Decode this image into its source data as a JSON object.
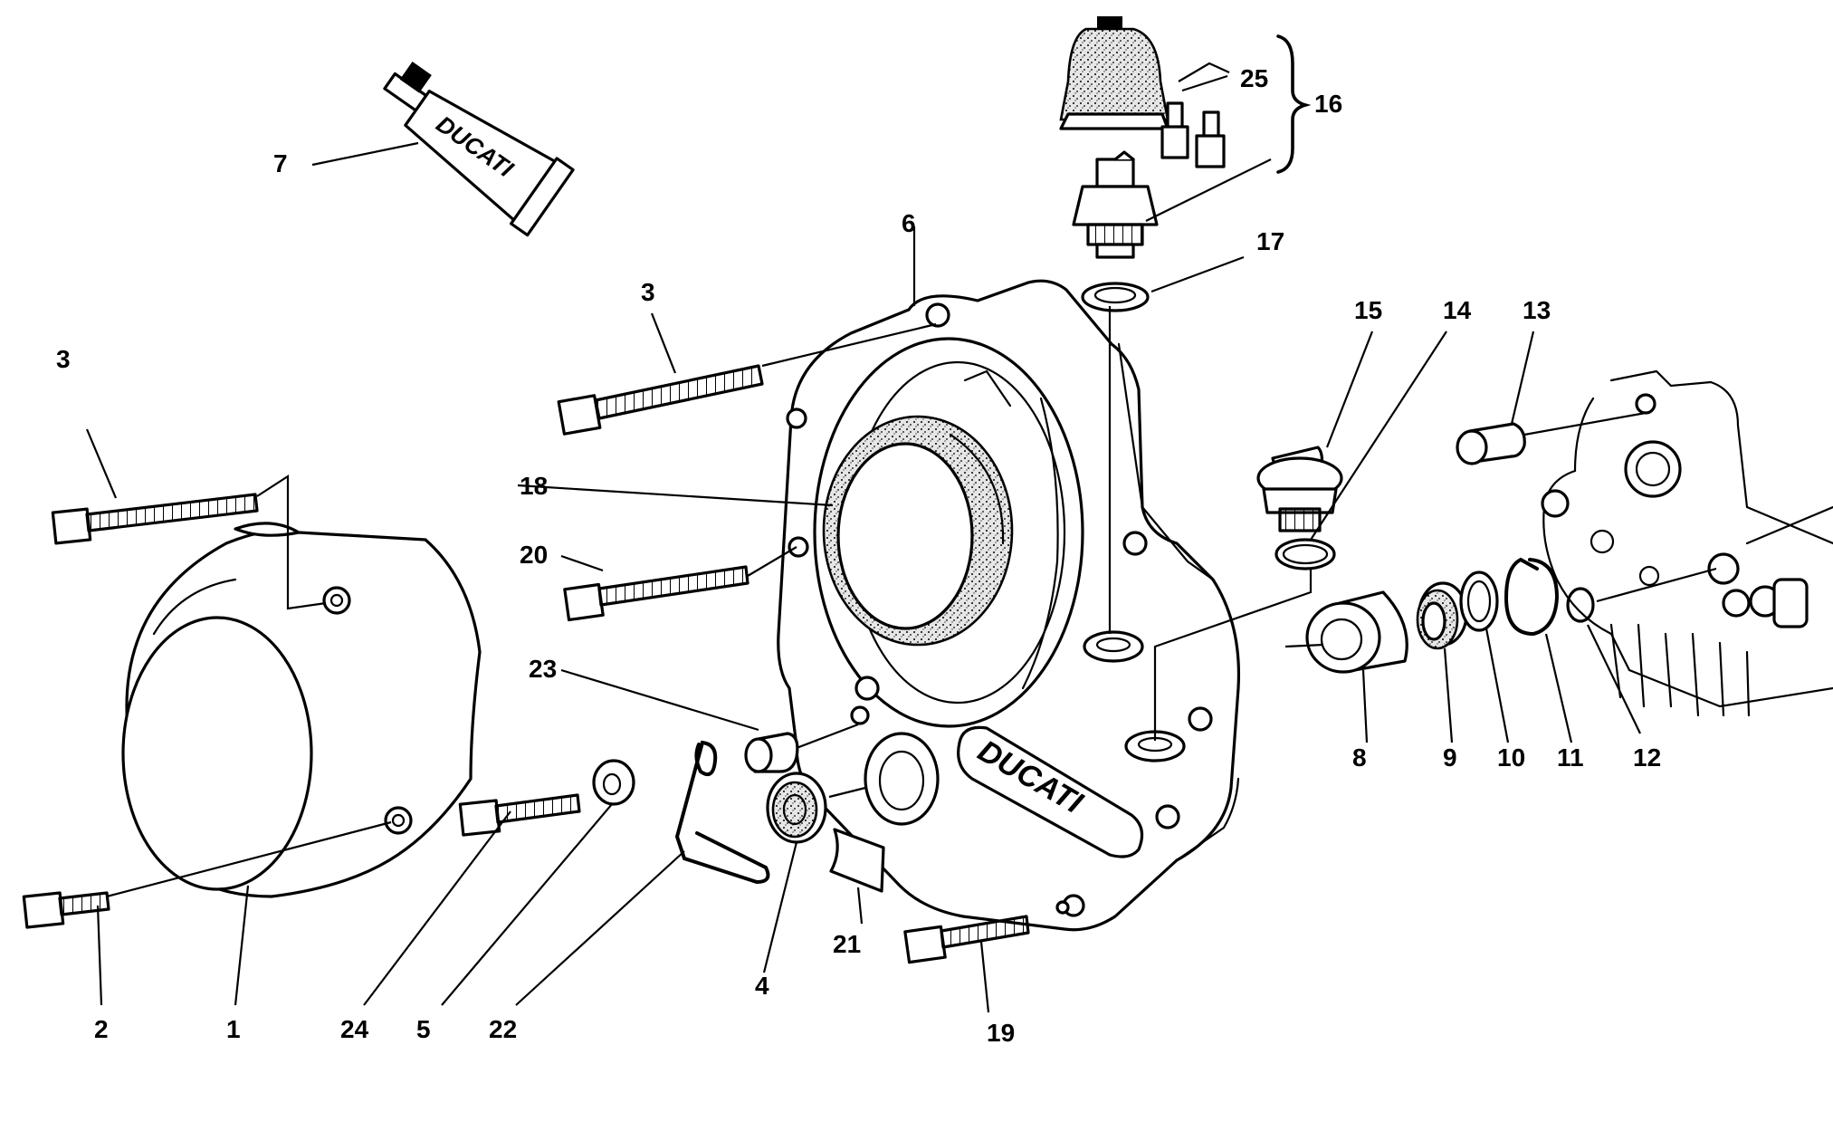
{
  "diagram": {
    "brand_tube": "DUCATI",
    "brand_cover": "DUCATI",
    "callouts": [
      {
        "id": "1",
        "label": "1"
      },
      {
        "id": "2",
        "label": "2"
      },
      {
        "id": "3a",
        "label": "3"
      },
      {
        "id": "3b",
        "label": "3"
      },
      {
        "id": "4",
        "label": "4"
      },
      {
        "id": "5",
        "label": "5"
      },
      {
        "id": "6",
        "label": "6"
      },
      {
        "id": "7",
        "label": "7"
      },
      {
        "id": "8",
        "label": "8"
      },
      {
        "id": "9",
        "label": "9"
      },
      {
        "id": "10",
        "label": "10"
      },
      {
        "id": "11",
        "label": "11"
      },
      {
        "id": "12",
        "label": "12"
      },
      {
        "id": "13",
        "label": "13"
      },
      {
        "id": "14",
        "label": "14"
      },
      {
        "id": "15",
        "label": "15"
      },
      {
        "id": "16",
        "label": "16"
      },
      {
        "id": "17",
        "label": "17"
      },
      {
        "id": "18",
        "label": "18"
      },
      {
        "id": "19",
        "label": "19"
      },
      {
        "id": "20",
        "label": "20"
      },
      {
        "id": "21",
        "label": "21"
      },
      {
        "id": "22",
        "label": "22"
      },
      {
        "id": "23",
        "label": "23"
      },
      {
        "id": "24",
        "label": "24"
      },
      {
        "id": "25",
        "label": "25"
      }
    ]
  }
}
